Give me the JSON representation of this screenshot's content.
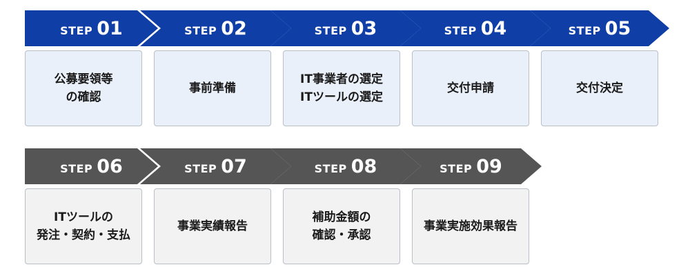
{
  "colors": {
    "row1_arrow": "#0e3ea6",
    "row1_card_bg": "#eaf0f9",
    "row2_arrow": "#555555",
    "row2_card_bg": "#f2f2f2"
  },
  "rows": [
    {
      "steps": [
        {
          "word": "STEP",
          "num": "01",
          "lines": [
            "公募要領等",
            "の確認"
          ]
        },
        {
          "word": "STEP",
          "num": "02",
          "lines": [
            "事前準備"
          ]
        },
        {
          "word": "STEP",
          "num": "03",
          "lines": [
            "IT事業者の選定",
            "ITツールの選定"
          ]
        },
        {
          "word": "STEP",
          "num": "04",
          "lines": [
            "交付申請"
          ]
        },
        {
          "word": "STEP",
          "num": "05",
          "lines": [
            "交付決定"
          ]
        }
      ]
    },
    {
      "steps": [
        {
          "word": "STEP",
          "num": "06",
          "lines": [
            "ITツールの",
            "発注・契約・支払"
          ]
        },
        {
          "word": "STEP",
          "num": "07",
          "lines": [
            "事業実績報告"
          ]
        },
        {
          "word": "STEP",
          "num": "08",
          "lines": [
            "補助金額の",
            "確認・承認"
          ]
        },
        {
          "word": "STEP",
          "num": "09",
          "lines": [
            "事業実施効果報告"
          ]
        }
      ]
    }
  ]
}
